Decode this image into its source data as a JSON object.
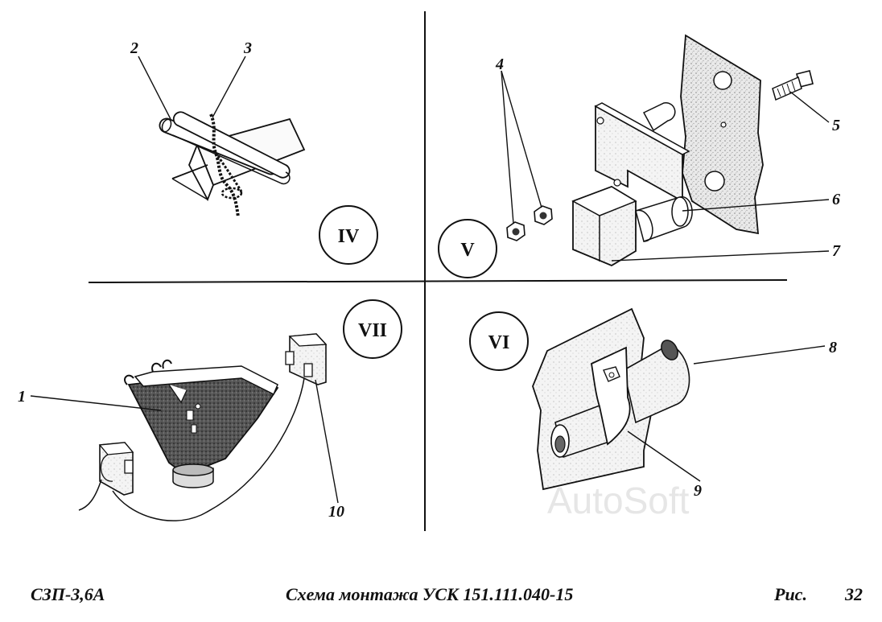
{
  "sections": [
    {
      "id": "iv",
      "label": "IV"
    },
    {
      "id": "v",
      "label": "V"
    },
    {
      "id": "vi",
      "label": "VI"
    },
    {
      "id": "vii",
      "label": "VII"
    }
  ],
  "callouts": [
    "1",
    "2",
    "3",
    "4",
    "5",
    "6",
    "7",
    "8",
    "9",
    "10"
  ],
  "footer": {
    "model": "СЗП-3,6А",
    "title": "Схема монтажа УСК 151.111.040-15",
    "fig_label": "Рис.",
    "fig_number": "32"
  },
  "watermark": "AutoSoft"
}
